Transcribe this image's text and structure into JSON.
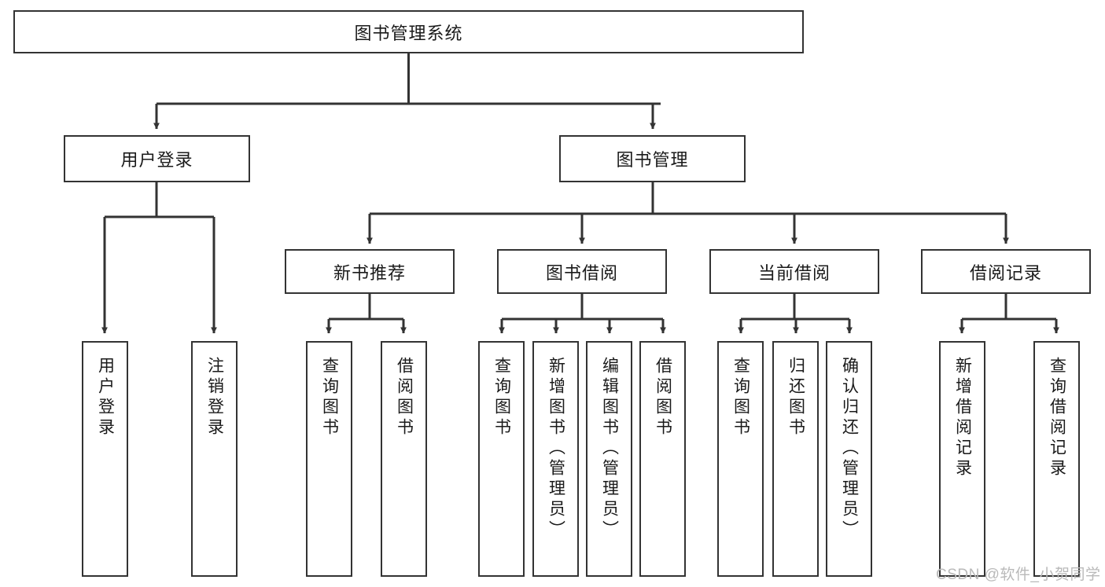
{
  "diagram": {
    "title": "图书管理系统",
    "type": "tree-hierarchy-diagram",
    "colors": {
      "box_border": "#333333",
      "box_fill": "#ffffff",
      "edge": "#333333",
      "text": "#1a1a1a",
      "watermark": "#b9b9b9"
    },
    "nodes": {
      "root": {
        "label": "图书管理系统"
      },
      "level2": [
        {
          "id": "user-login",
          "label": "用户登录"
        },
        {
          "id": "book-manage",
          "label": "图书管理"
        }
      ],
      "level3": [
        {
          "id": "new-book-recommend",
          "label": "新书推荐"
        },
        {
          "id": "book-borrow",
          "label": "图书借阅"
        },
        {
          "id": "current-borrow",
          "label": "当前借阅"
        },
        {
          "id": "borrow-record",
          "label": "借阅记录"
        }
      ],
      "leaves": {
        "user-login": [
          {
            "id": "leaf-user-login",
            "label": "用户登录"
          },
          {
            "id": "leaf-logout",
            "label": "注销登录"
          }
        ],
        "new-book-recommend": [
          {
            "id": "leaf-query-book-1",
            "label": "查询图书"
          },
          {
            "id": "leaf-borrow-book-1",
            "label": "借阅图书"
          }
        ],
        "book-borrow": [
          {
            "id": "leaf-query-book-2",
            "label": "查询图书"
          },
          {
            "id": "leaf-add-book",
            "label": "新增图书（管理员）"
          },
          {
            "id": "leaf-edit-book",
            "label": "编辑图书（管理员）"
          },
          {
            "id": "leaf-borrow-book-2",
            "label": "借阅图书"
          }
        ],
        "current-borrow": [
          {
            "id": "leaf-query-book-3",
            "label": "查询图书"
          },
          {
            "id": "leaf-return-book",
            "label": "归还图书"
          },
          {
            "id": "leaf-confirm-return",
            "label": "确认归还（管理员）"
          }
        ],
        "borrow-record": [
          {
            "id": "leaf-add-record",
            "label": "新增借阅记录"
          },
          {
            "id": "leaf-query-record",
            "label": "查询借阅记录"
          }
        ]
      }
    },
    "watermark": "CSDN @软件_小贺同学"
  }
}
